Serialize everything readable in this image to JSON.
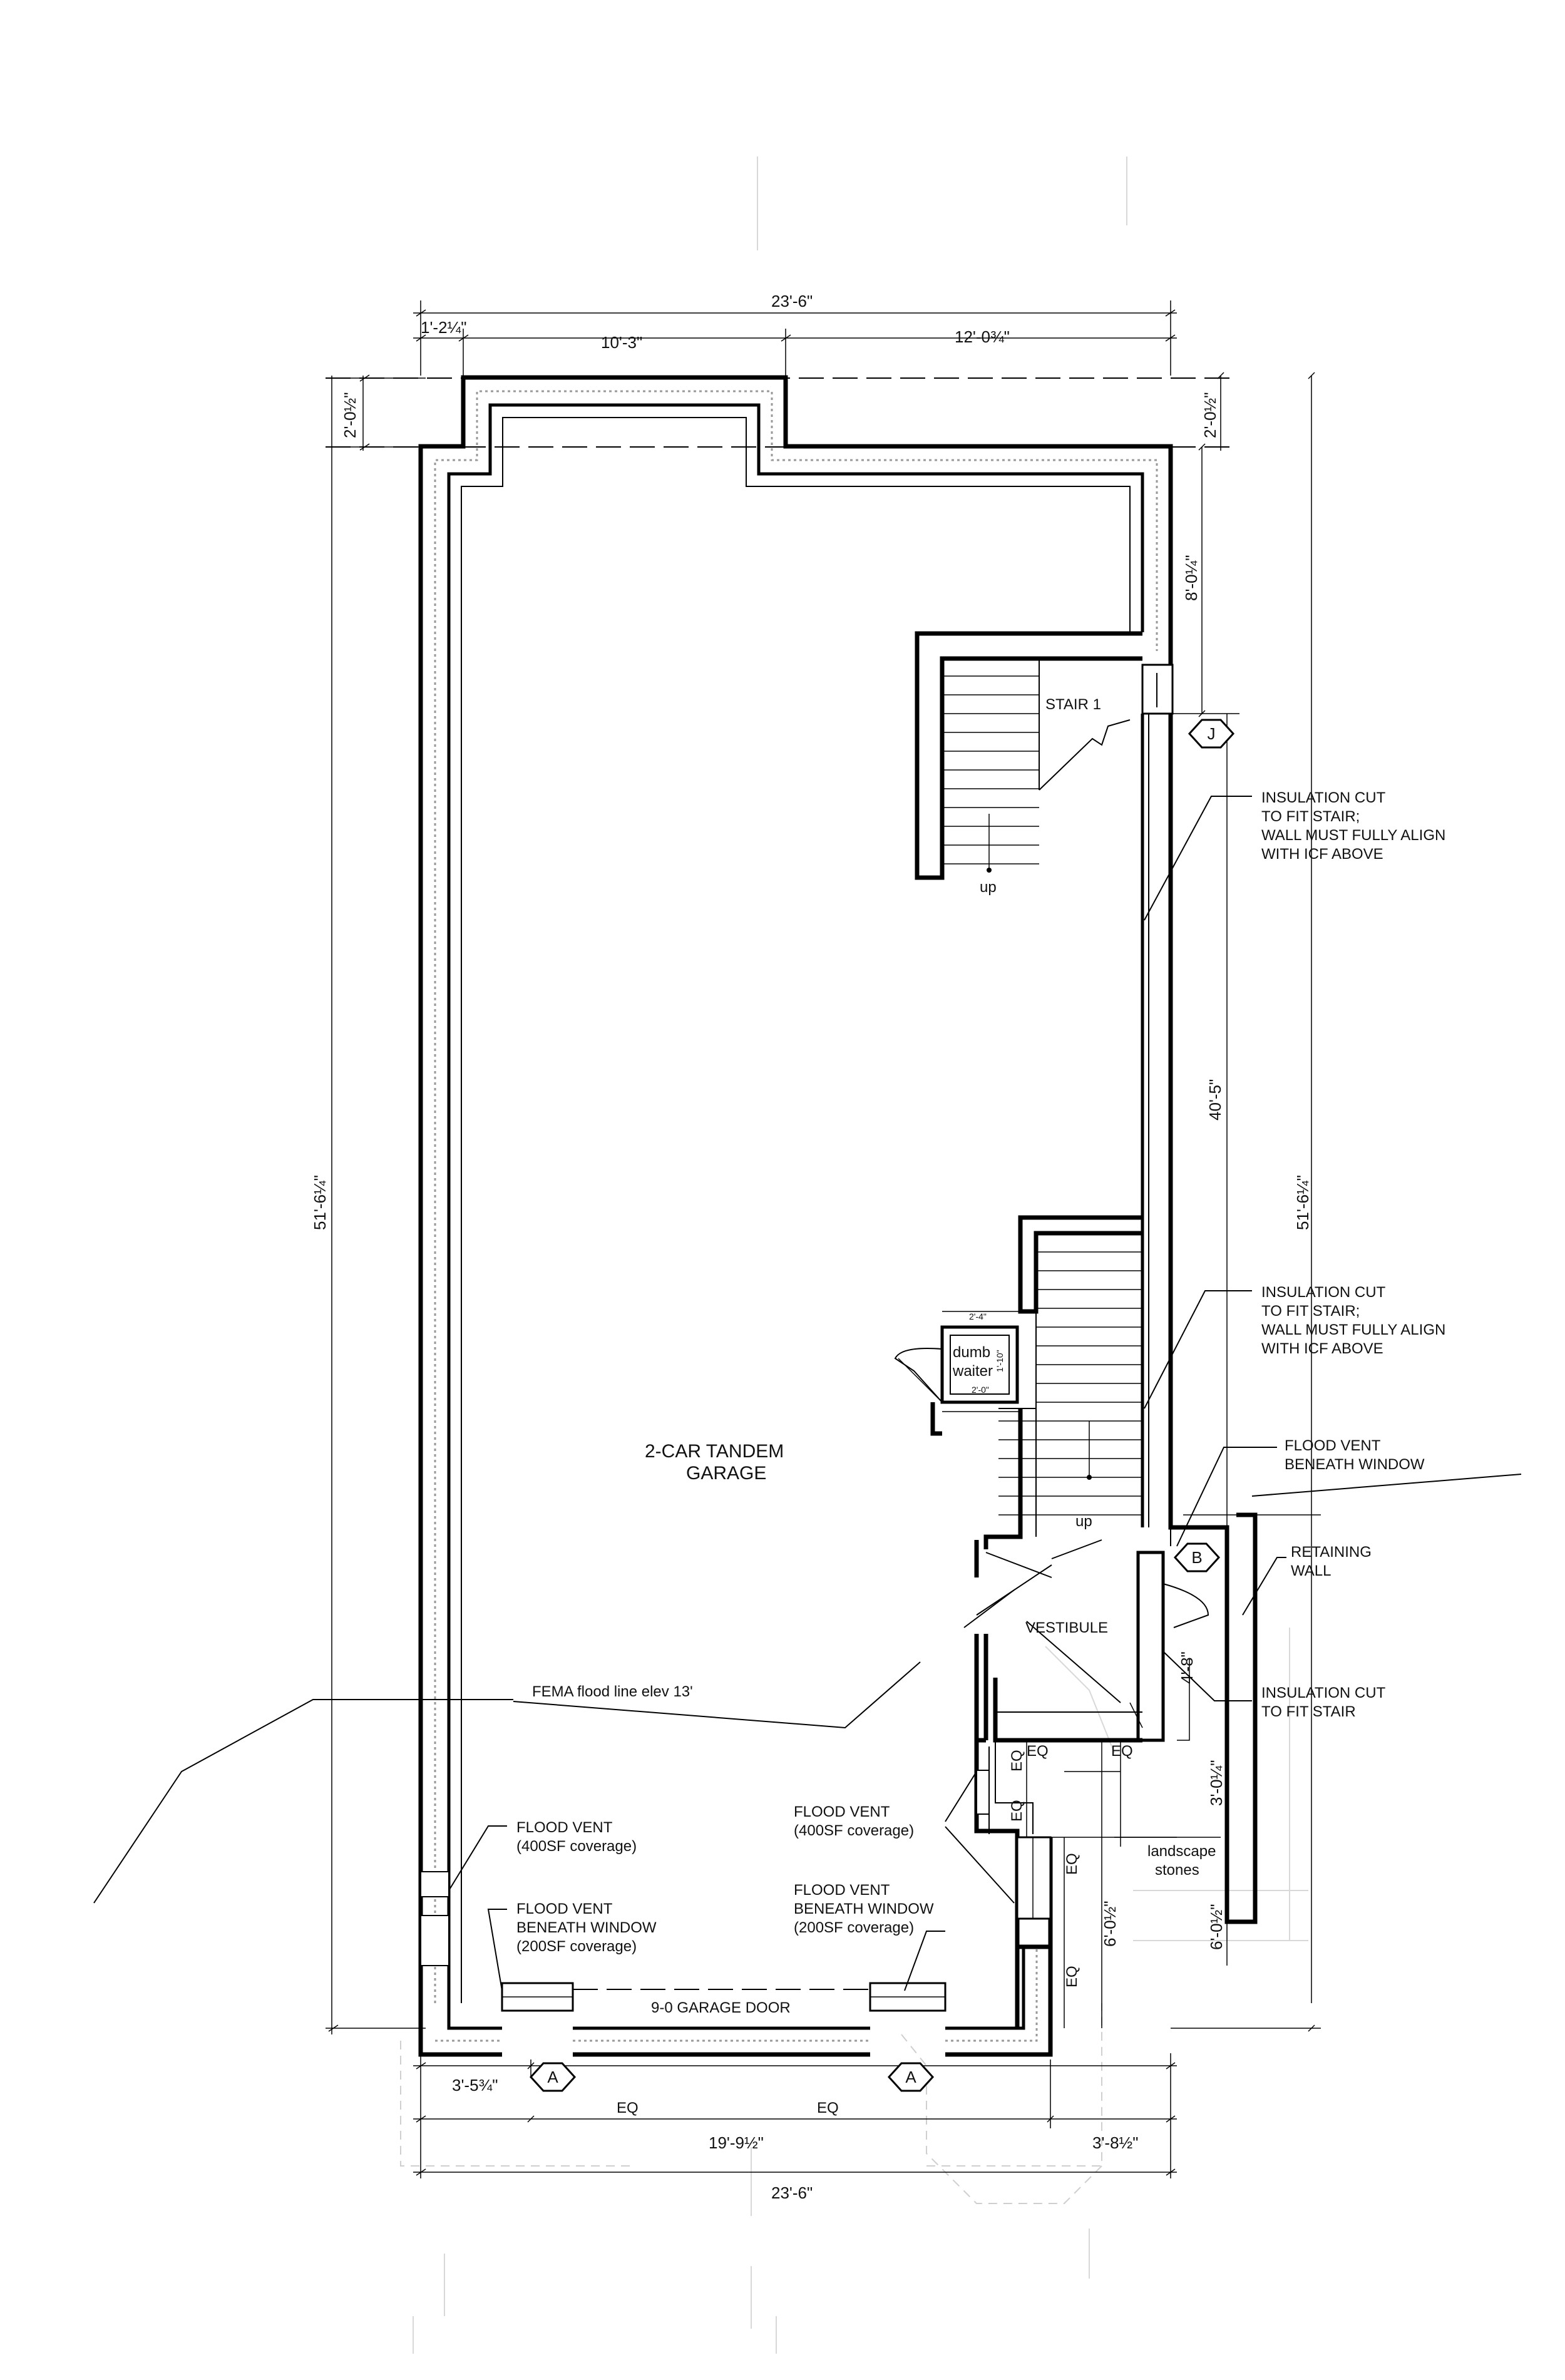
{
  "dimensions": {
    "top_overall": "23'-6\"",
    "top_left_jog": "1'-2¼\"",
    "top_middle": "10'-3\"",
    "top_right": "12'-0¾\"",
    "left_top": "2'-0½\"",
    "left_overall": "51'-6¼\"",
    "right_top": "2'-0½\"",
    "right_stair_offset": "8'-0¼\"",
    "right_long": "40'-5\"",
    "right_overall": "51'-6¼\"",
    "vestibule_right": "4'-8\"",
    "right_lower_a": "3'-0¼\"",
    "right_lower_b": "6'-0½\"",
    "entry_vertical": "6'-0½\"",
    "eq": "EQ",
    "bottom_left": "3'-5¾\"",
    "bottom_middle": "19'-9½\"",
    "bottom_right": "3'-8½\"",
    "bottom_overall": "23'-6\"",
    "dumbwaiter_top": "2'-4\"",
    "dumbwaiter_bottom": "2'-0\"",
    "dumbwaiter_side": "1'-10\""
  },
  "rooms": {
    "garage_line1": "2-CAR TANDEM",
    "garage_line2": "GARAGE",
    "stair": "STAIR 1",
    "vestibule": "VESTIBULE",
    "dumbwaiter_line1": "dumb",
    "dumbwaiter_line2": "waiter",
    "up1": "up",
    "up2": "up",
    "garage_door": "9-0 GARAGE DOOR",
    "landscape_line1": "landscape",
    "landscape_line2": "stones"
  },
  "markers": {
    "grid_j": "J",
    "grid_b": "B",
    "grid_a1": "A",
    "grid_a2": "A"
  },
  "notes": {
    "insulation_1": [
      "INSULATION CUT",
      "TO FIT STAIR;",
      "WALL MUST FULLY ALIGN",
      "WITH ICF ABOVE"
    ],
    "insulation_2": [
      "INSULATION CUT",
      "TO FIT STAIR;",
      "WALL MUST FULLY ALIGN",
      "WITH ICF ABOVE"
    ],
    "flood_vent_window_right": [
      "FLOOD VENT",
      "BENEATH WINDOW"
    ],
    "retaining_wall": [
      "RETAINING",
      "WALL"
    ],
    "insulation_3": [
      "INSULATION CUT",
      "TO FIT STAIR"
    ],
    "fema": "FEMA flood line elev 13'",
    "flood_vent_left": [
      "FLOOD VENT",
      "(400SF coverage)"
    ],
    "flood_vent_window_left": [
      "FLOOD VENT",
      "BENEATH WINDOW",
      "(200SF coverage)"
    ],
    "flood_vent_mid": [
      "FLOOD VENT",
      "(400SF coverage)"
    ],
    "flood_vent_window_mid": [
      "FLOOD VENT",
      "BENEATH WINDOW",
      "(200SF coverage)"
    ]
  }
}
